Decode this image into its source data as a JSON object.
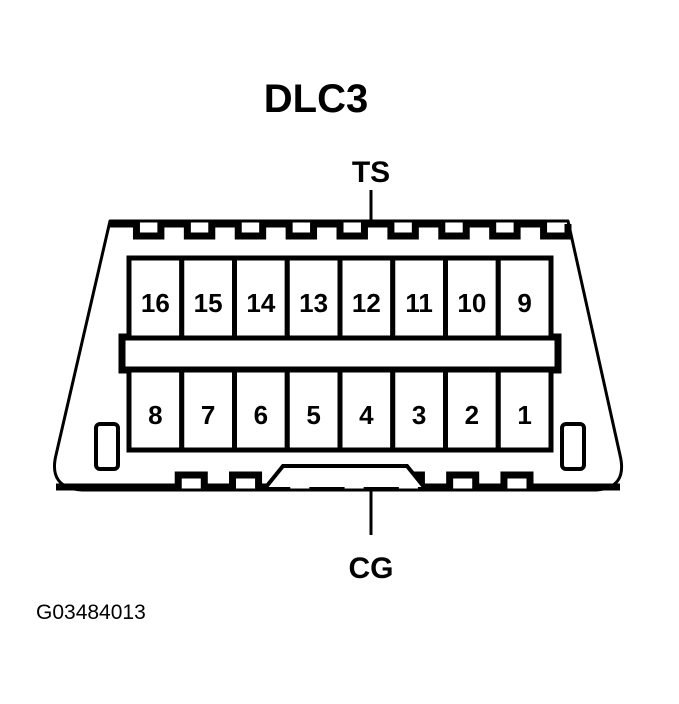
{
  "figure": {
    "title": "DLC3",
    "caption": "G03484013",
    "line_color": "#000000",
    "background_color": "#ffffff",
    "fill_color": "#ffffff"
  },
  "callouts": [
    {
      "label": "TS",
      "position": "top",
      "points_to_pin": "12"
    },
    {
      "label": "CG",
      "position": "bottom",
      "points_to_pin": "4"
    }
  ],
  "connector": {
    "name": "DLC3",
    "type": "16-pin OBD-II diagnostic link connector",
    "rows": [
      {
        "name": "top-row",
        "pins": [
          "16",
          "15",
          "14",
          "13",
          "12",
          "11",
          "10",
          "9"
        ]
      },
      {
        "name": "bottom-row",
        "pins": [
          "8",
          "7",
          "6",
          "5",
          "4",
          "3",
          "2",
          "1"
        ]
      }
    ]
  }
}
